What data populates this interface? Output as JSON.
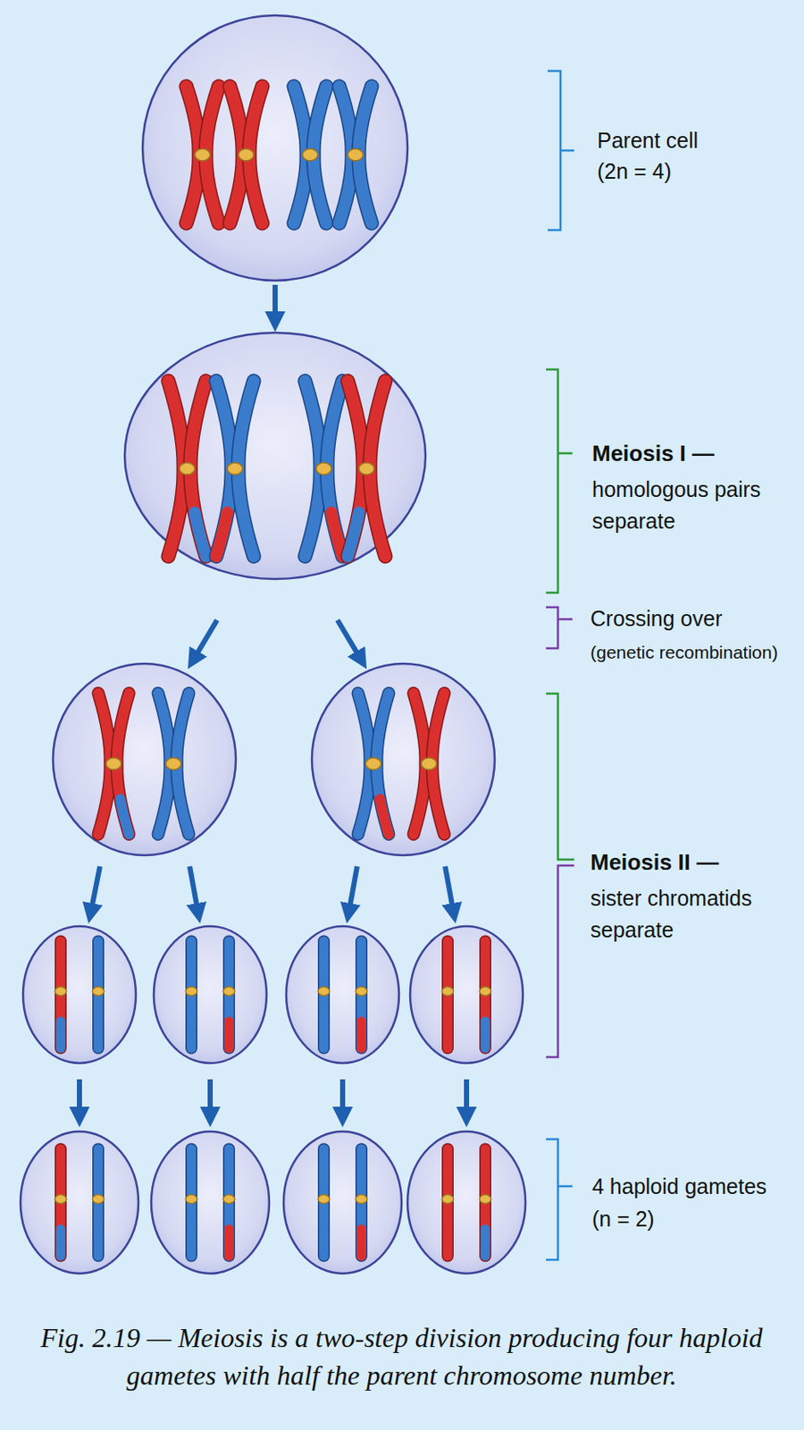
{
  "diagram": {
    "caption": "Fig. 2.19 — Meiosis is a two-step division producing four haploid gametes with half the parent chromosome number.",
    "labels": [
      "Parent cell (2n = 4)",
      "Meiosis I —",
      "homologous pairs separate",
      "Crossing over",
      "(genetic recombination)",
      "Meiosis II —",
      "sister chromatids separate",
      "4 haploid gametes (n = 2)"
    ]
  }
}
